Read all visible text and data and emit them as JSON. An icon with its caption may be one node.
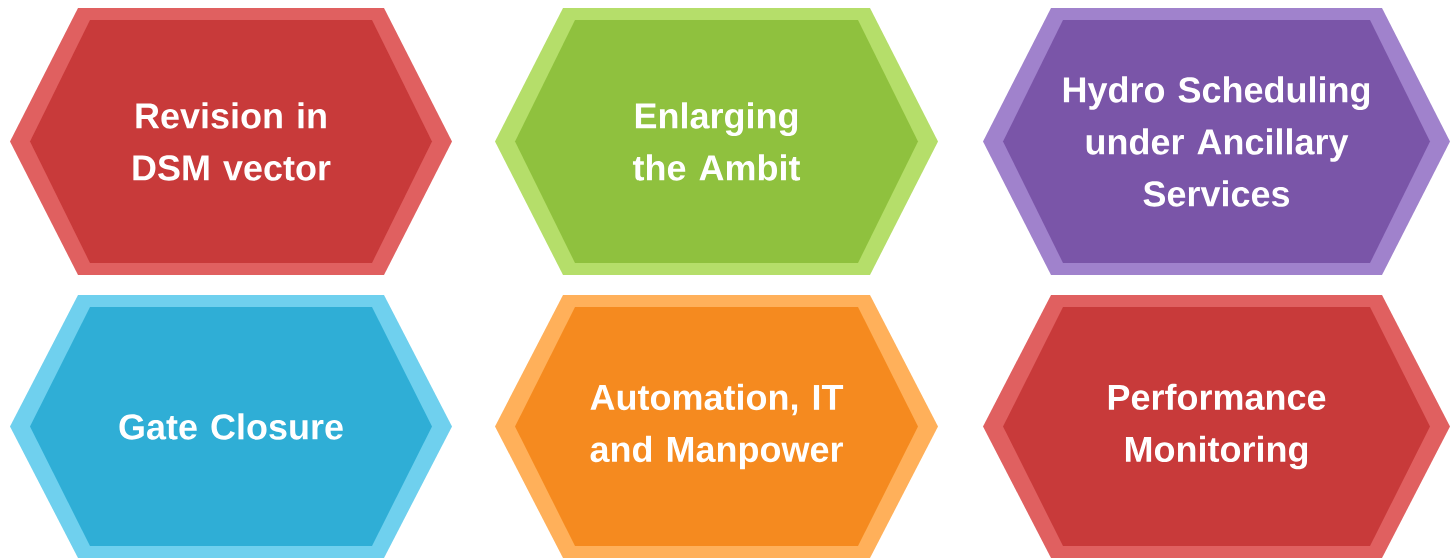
{
  "diagram": {
    "nodes": [
      {
        "text": [
          "Revision in DSM vector"
        ]
      },
      {
        "text": [
          "Enlarging the Ambit"
        ]
      },
      {
        "text": [
          "Hydro Scheduling under Ancillary Services"
        ]
      },
      {
        "text": [
          "Gate Closure"
        ]
      },
      {
        "text": [
          "Automation, IT and Manpower"
        ]
      },
      {
        "text": [
          "Performance Monitoring"
        ]
      }
    ]
  }
}
